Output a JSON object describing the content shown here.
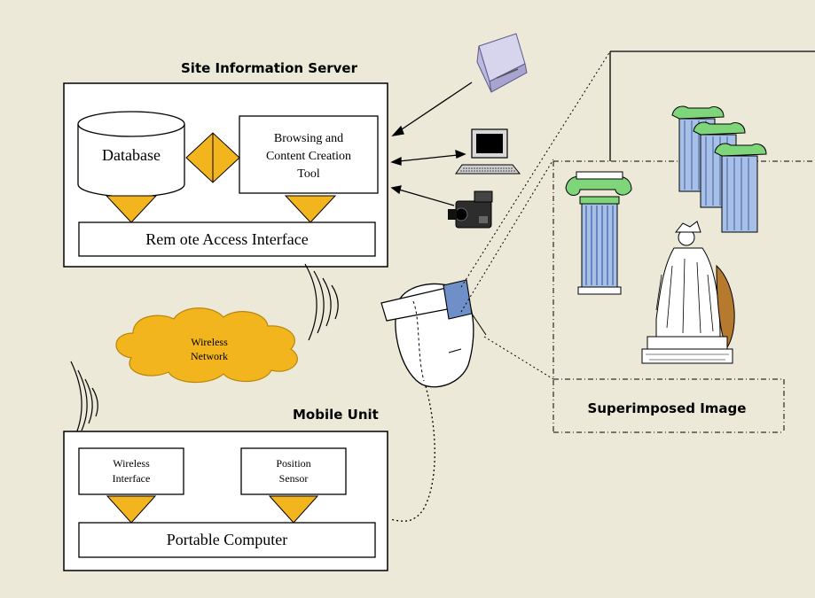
{
  "colors": {
    "background": "#ece9d8",
    "panel": "#ffffff",
    "accent": "#f2b51e",
    "column_green": "#7fd67a",
    "column_blue": "#8aa9d6"
  },
  "server": {
    "title": "Site Information Server",
    "database_label": "Database",
    "tool_label_line1": "Browsing and",
    "tool_label_line2": "Content Creation",
    "tool_label_line3": "Tool",
    "interface_label": "Rem ote Access Interface"
  },
  "devices": {
    "icons": [
      "disk-drive-icon",
      "computer-icon",
      "video-camera-icon"
    ]
  },
  "network": {
    "label_line1": "Wireless",
    "label_line2": "Network"
  },
  "mobile": {
    "title": "Mobile Unit",
    "wireless_line1": "Wireless",
    "wireless_line2": "Interface",
    "sensor_line1": "Position",
    "sensor_line2": "Sensor",
    "computer_label": "Portable Computer"
  },
  "scene": {
    "caption": "Superimposed Image"
  }
}
